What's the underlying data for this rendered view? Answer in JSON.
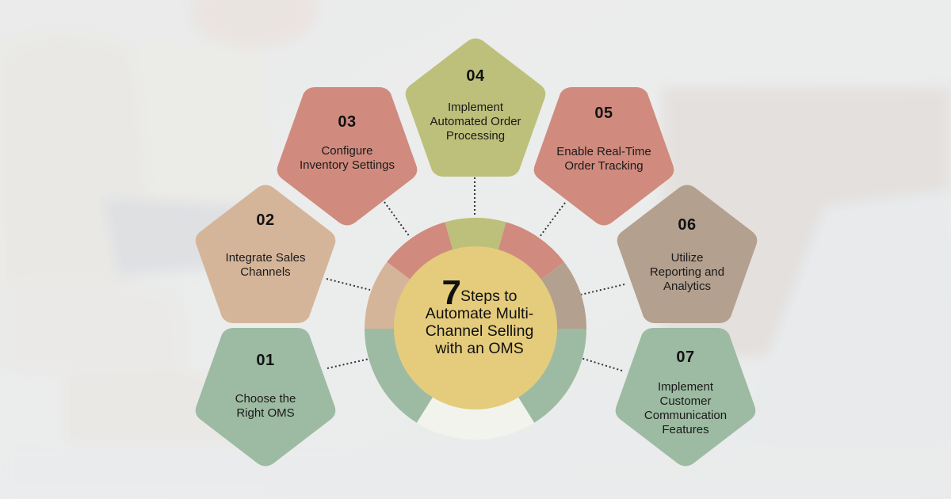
{
  "title": {
    "number": "7",
    "line1": "Steps to",
    "line2": "Automate Multi-",
    "line3": "Channel Selling",
    "line4": "with an OMS"
  },
  "colors": {
    "green": "#9dbba2",
    "tan": "#d5b59a",
    "salmon": "#d08b7e",
    "olive": "#bcc07a",
    "taupe": "#b3a08f",
    "center": "#e5cc7c",
    "ring_base": "#f2f3ec"
  },
  "steps": [
    {
      "number": "01",
      "label_lines": [
        "Choose the",
        "Right OMS"
      ],
      "color": "green"
    },
    {
      "number": "02",
      "label_lines": [
        "Integrate Sales",
        "Channels"
      ],
      "color": "tan"
    },
    {
      "number": "03",
      "label_lines": [
        "Configure",
        "Inventory Settings"
      ],
      "color": "salmon"
    },
    {
      "number": "04",
      "label_lines": [
        "Implement",
        "Automated Order",
        "Processing"
      ],
      "color": "olive"
    },
    {
      "number": "05",
      "label_lines": [
        "Enable Real-Time",
        "Order Tracking"
      ],
      "color": "salmon"
    },
    {
      "number": "06",
      "label_lines": [
        "Utilize",
        "Reporting and",
        "Analytics"
      ],
      "color": "taupe"
    },
    {
      "number": "07",
      "label_lines": [
        "Implement",
        "Customer",
        "Communication",
        "Features"
      ],
      "color": "green"
    }
  ]
}
